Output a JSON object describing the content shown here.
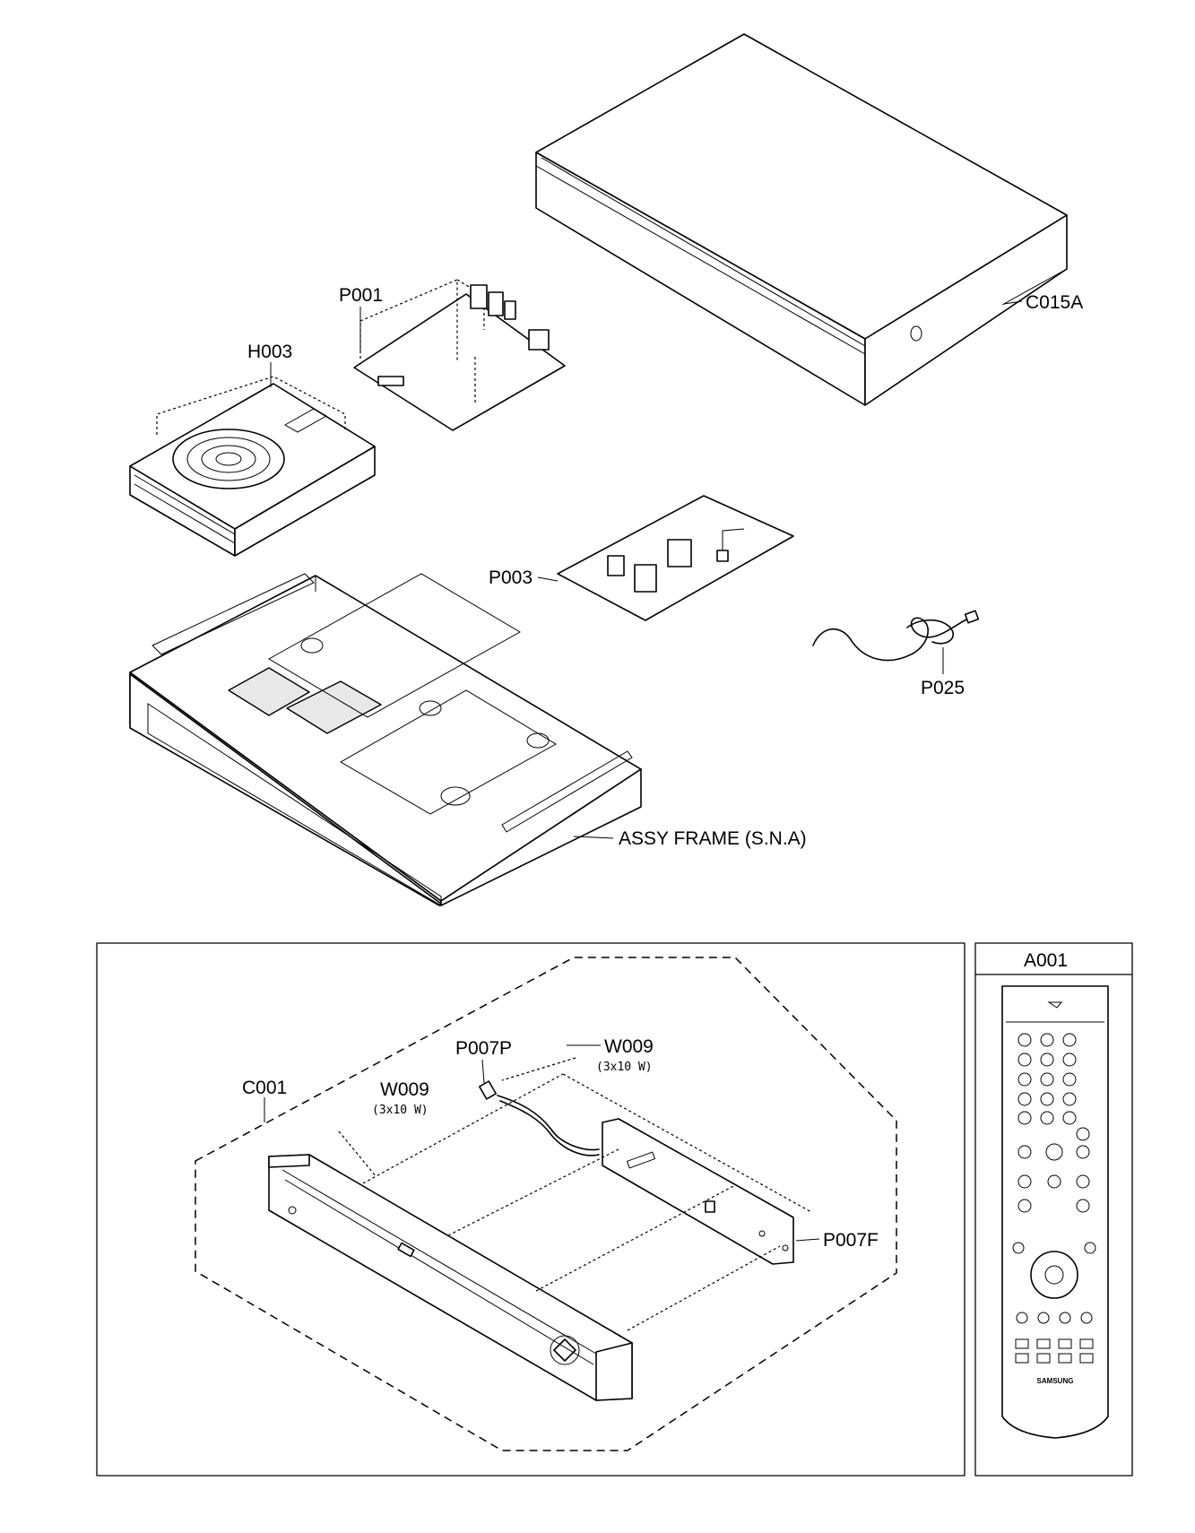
{
  "labels": {
    "c015a": "C015A",
    "p001": "P001",
    "h003": "H003",
    "p003": "P003",
    "p025": "P025",
    "assy_frame": "ASSY FRAME (S.N.A)",
    "c001": "C001",
    "w009_left": "W009",
    "w009_left_spec": "(3x10 W)",
    "p007p": "P007P",
    "w009_right": "W009",
    "w009_right_spec": "(3x10 W)",
    "p007f": "P007F",
    "a001": "A001",
    "remote_brand": "SAMSUNG"
  }
}
